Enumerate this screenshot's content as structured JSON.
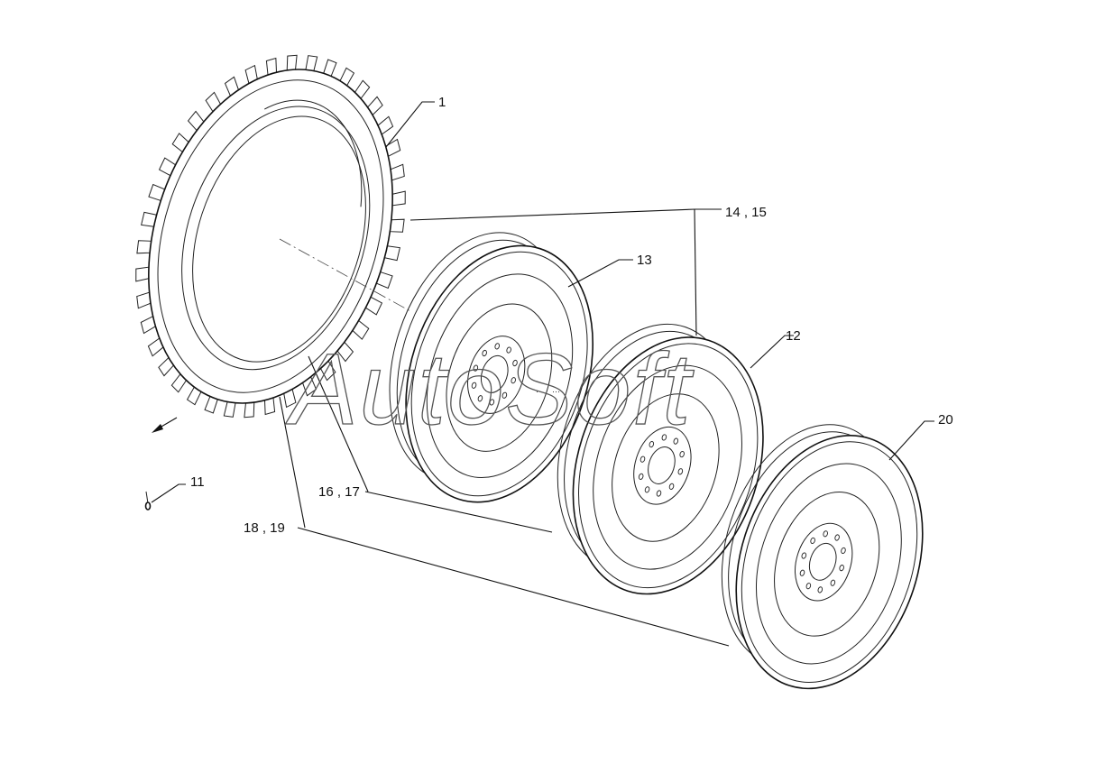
{
  "watermark": "AutoSoft",
  "callouts": {
    "tire": "1",
    "rim_13": "13",
    "bolt": "11",
    "rim_12": "12",
    "rim_20": "20",
    "fasteners_14_15": "14 , 15",
    "fasteners_16_17": "16 , 17",
    "fasteners_18_19": "18 , 19"
  }
}
